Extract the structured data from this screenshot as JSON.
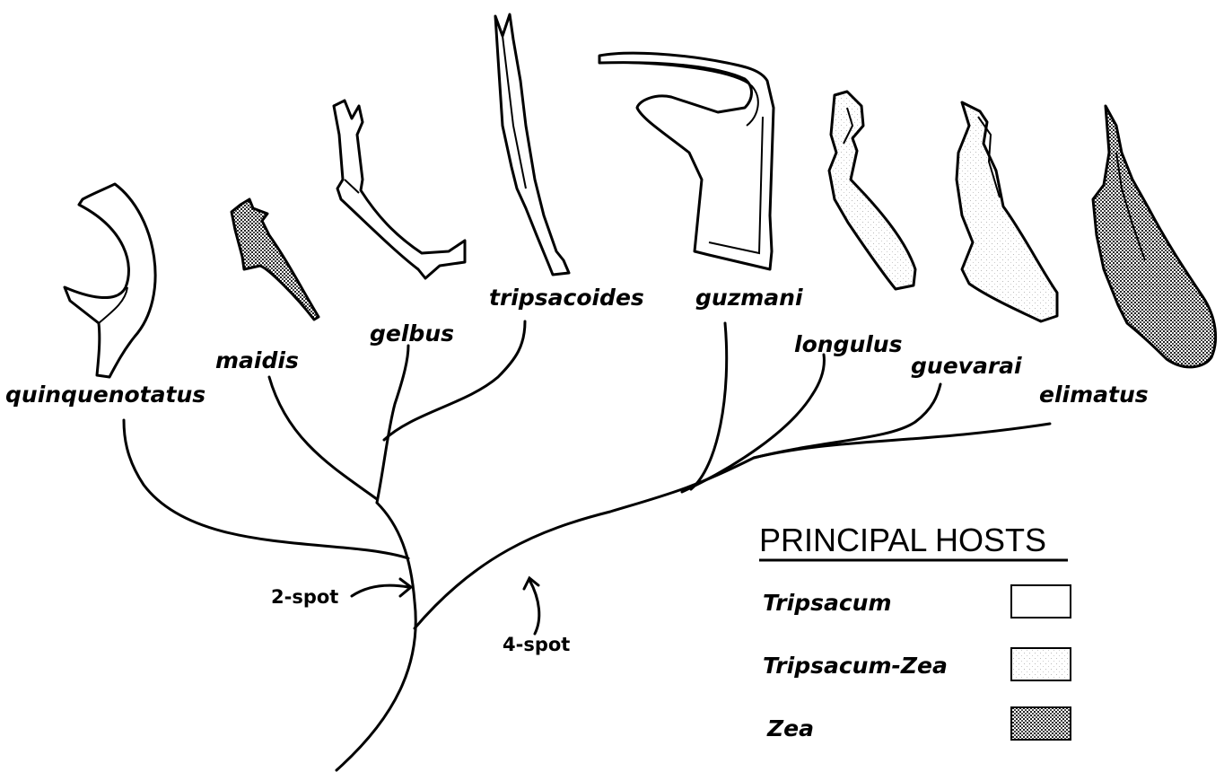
{
  "diagram": {
    "species": [
      {
        "name": "quinquenotatus",
        "host": "Tripsacum"
      },
      {
        "name": "maidis",
        "host": "Zea"
      },
      {
        "name": "gelbus",
        "host": "Tripsacum"
      },
      {
        "name": "tripsacoides",
        "host": "Tripsacum"
      },
      {
        "name": "guzmani",
        "host": "Tripsacum"
      },
      {
        "name": "longulus",
        "host": "Tripsacum-Zea"
      },
      {
        "name": "guevarai",
        "host": "Tripsacum-Zea"
      },
      {
        "name": "elimatus",
        "host": "Zea"
      }
    ],
    "annotations": {
      "two_spot": "2-spot",
      "four_spot": "4-spot"
    }
  },
  "legend": {
    "title": "PRINCIPAL HOSTS",
    "items": [
      {
        "label": "Tripsacum",
        "pattern": "blank"
      },
      {
        "label": "Tripsacum-Zea",
        "pattern": "light-stipple"
      },
      {
        "label": "Zea",
        "pattern": "dense-stipple"
      }
    ]
  },
  "colors": {
    "ink": "#000000",
    "background": "#ffffff"
  }
}
